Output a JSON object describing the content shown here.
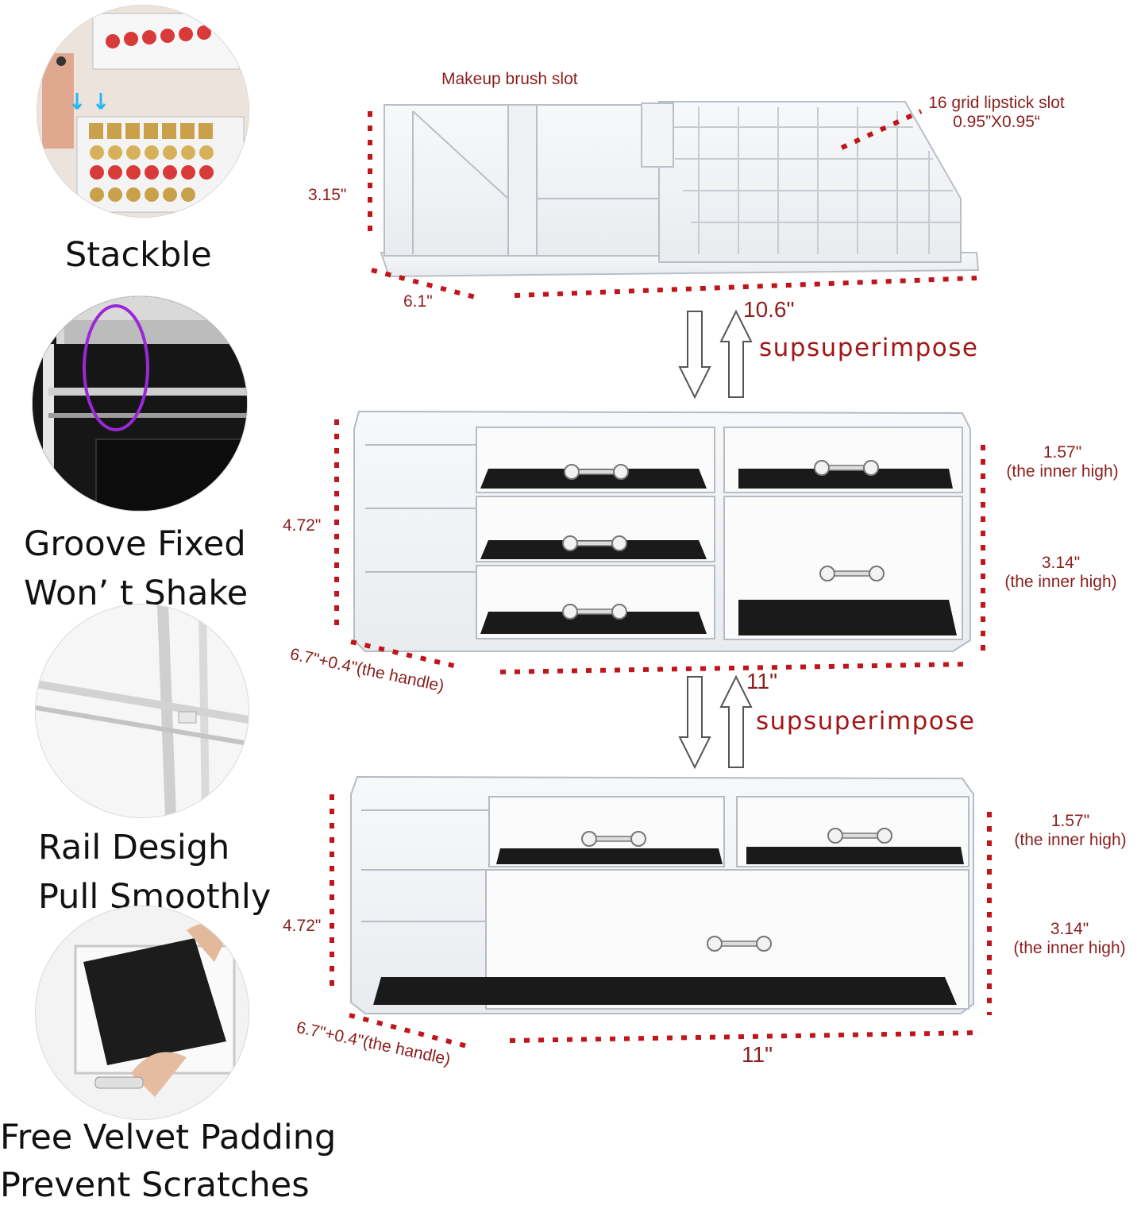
{
  "features": [
    {
      "caption_lines": [
        "Stackble"
      ]
    },
    {
      "caption_lines": [
        "Groove Fixed",
        "Won’ t Shake"
      ]
    },
    {
      "caption_lines": [
        "Rail Desigh",
        "Pull Smoothly"
      ]
    },
    {
      "caption_lines": [
        "Free Velvet Padding",
        "Prevent Scratches"
      ]
    }
  ],
  "top_tray": {
    "brush_slot_label": "Makeup brush slot",
    "lipstick_slot_label": "16 grid lipstick slot",
    "lipstick_slot_size": "0.95”X0.95“",
    "height": "3.15\"",
    "depth": "6.1\"",
    "width": "10.6\""
  },
  "stack_label_1": "supsuperimpose",
  "middle_unit": {
    "height": "4.72\"",
    "upper_drawer_height": "1.57\"",
    "upper_drawer_note": "(the inner high)",
    "lower_drawer_height": "3.14\"",
    "lower_drawer_note": "(the inner high)",
    "depth": "6.7\"+0.4\"(the handle)",
    "width": "11\""
  },
  "stack_label_2": "supsuperimpose",
  "bottom_unit": {
    "height": "4.72\"",
    "upper_drawer_height": "1.57\"",
    "upper_drawer_note": "(the inner high)",
    "lower_drawer_height": "3.14\"",
    "lower_drawer_note": "(the inner high)",
    "depth": "6.7\"+0.4\"(the handle)",
    "width": "11\""
  },
  "colors": {
    "dimension_red": "#8b1e1e",
    "dotted_line_red": "#c0161b",
    "acrylic_edge": "#c9ced4",
    "velvet": "#1a1a1a"
  }
}
